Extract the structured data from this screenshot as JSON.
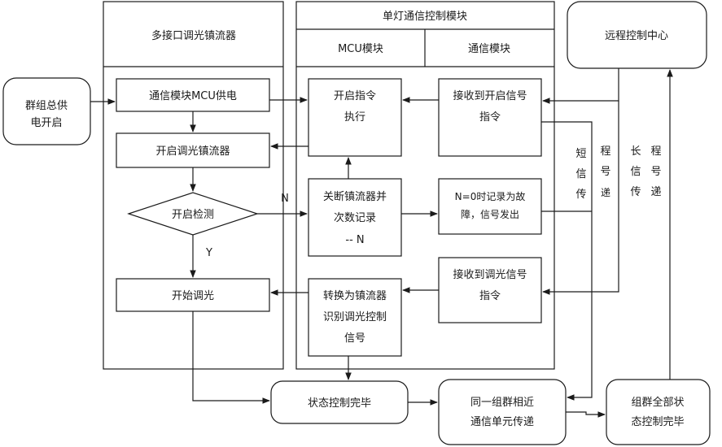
{
  "lanes": {
    "ballast_title": "多接口调光镇流器",
    "control_title": "单灯通信控制模块",
    "mcu_header": "MCU模块",
    "comm_header": "通信模块"
  },
  "nodes": {
    "group_power": [
      "群组总供",
      "电开启"
    ],
    "remote_center": "远程控制中心",
    "power_mcu": "通信模块MCU供电",
    "open_ballast": "开启调光镇流器",
    "detect": "开启检测",
    "start_dimming": "开始调光",
    "exec_open": [
      "开启指令",
      "执行"
    ],
    "recv_open": [
      "接收到开启信号",
      "指令"
    ],
    "shutdown_record": [
      "关断镇流器并",
      "次数记录",
      "-- N"
    ],
    "fault_report": [
      "N=0时记录为故",
      "障，信号发出"
    ],
    "recv_dim": [
      "接收到调光信号",
      "指令"
    ],
    "convert": [
      "转换为镇流器",
      "识别调光控制",
      "信号"
    ],
    "state_done": "状态控制完毕",
    "pass_neighbor": [
      "同一组群相近",
      "通信单元传递"
    ],
    "group_done": [
      "组群全部状",
      "态控制完毕"
    ]
  },
  "labels": {
    "no": "N",
    "yes": "Y",
    "short_comm": [
      "短",
      "信",
      "传"
    ],
    "short_comm_2": [
      "程",
      "号",
      "递"
    ],
    "long_comm": [
      "长",
      "信",
      "传"
    ],
    "long_comm_2": [
      "程",
      "号",
      "递"
    ]
  }
}
